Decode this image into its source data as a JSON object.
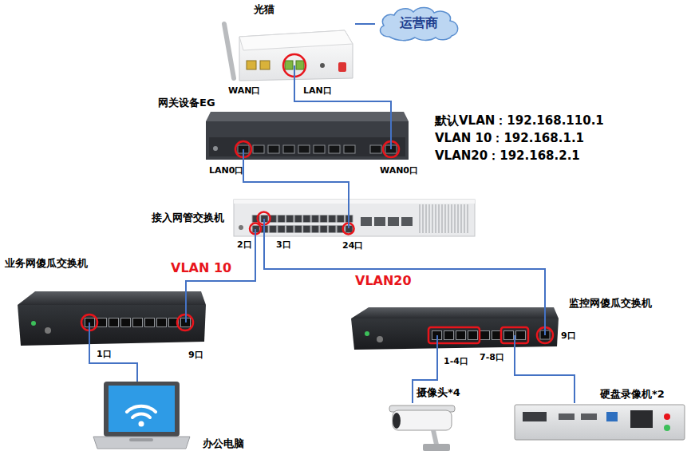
{
  "diagram": {
    "nodes": [
      {
        "text": [
          "运营商"
        ]
      },
      {
        "text": [
          "光猫"
        ]
      },
      {
        "text": [
          "网关设备EG"
        ]
      },
      {
        "text": [
          "接入网管交换机"
        ]
      },
      {
        "text": [
          "业务网傻瓜交换机"
        ]
      },
      {
        "text": [
          "监控网傻瓜交换机"
        ]
      },
      {
        "text": [
          "办公电脑"
        ]
      },
      {
        "text": [
          "摄像头*4"
        ]
      },
      {
        "text": [
          "硬盘录像机*2"
        ]
      }
    ],
    "edges": [
      {
        "from": 0,
        "to": 1,
        "arrow": "none"
      },
      {
        "from": 1,
        "to": 2,
        "arrow": "none"
      },
      {
        "from": 2,
        "to": 3,
        "arrow": "none"
      },
      {
        "from": 3,
        "to": 4,
        "arrow": "none",
        "label": "VLAN 10"
      },
      {
        "from": 3,
        "to": 5,
        "arrow": "none",
        "label": "VLAN20"
      },
      {
        "from": 4,
        "to": 6,
        "arrow": "none"
      },
      {
        "from": 5,
        "to": 7,
        "arrow": "none"
      },
      {
        "from": 5,
        "to": 8,
        "arrow": "none"
      }
    ],
    "labels": [
      "WAN口",
      "LAN口",
      "默认VLAN：192.168.110.1",
      "VLAN 10：192.168.1.1",
      "VLAN20：192.168.2.1",
      "LAN0口",
      "WAN0口",
      "2口",
      "3口",
      "24口",
      "9口",
      "1口",
      "9口",
      "1-4口",
      "7-8口"
    ]
  }
}
